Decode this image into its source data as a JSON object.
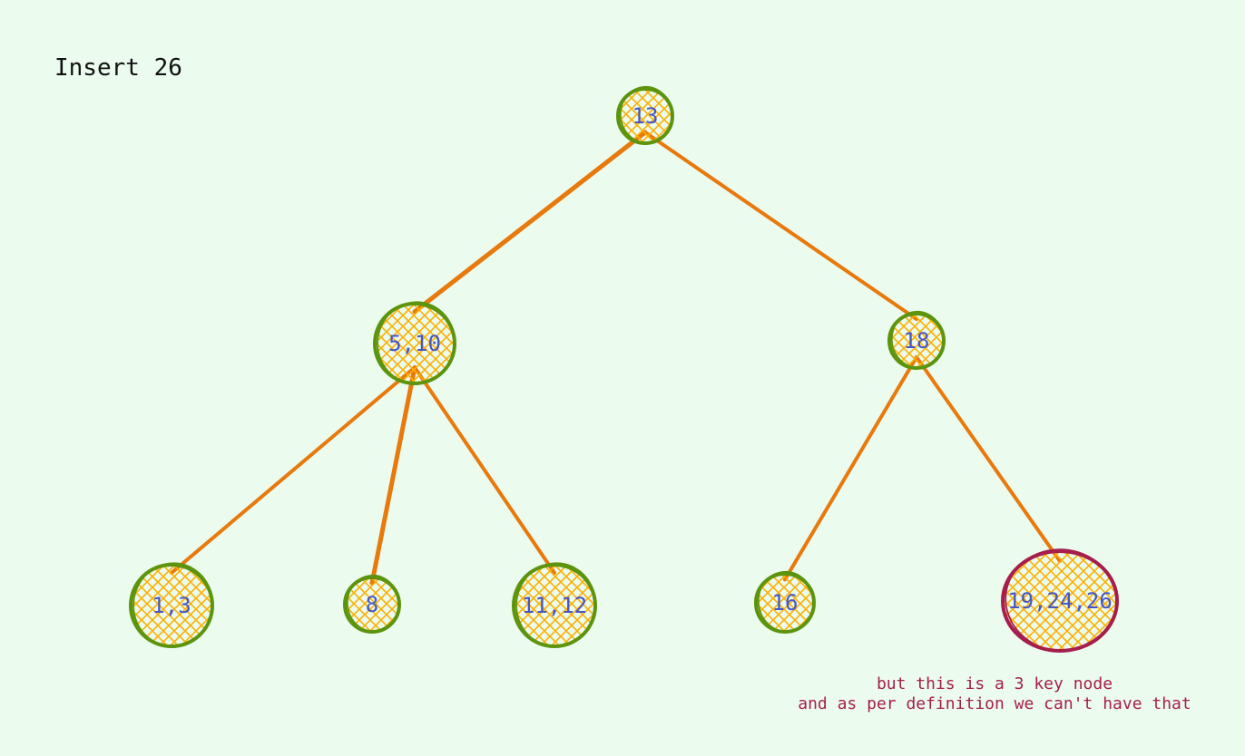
{
  "diagram": {
    "title": "Insert 26",
    "nodes": [
      {
        "id": "root",
        "label": "13",
        "status": "normal"
      },
      {
        "id": "left",
        "label": "5,10",
        "status": "normal"
      },
      {
        "id": "right",
        "label": "18",
        "status": "normal"
      },
      {
        "id": "leaf-1",
        "label": "1,3",
        "status": "normal"
      },
      {
        "id": "leaf-2",
        "label": "8",
        "status": "normal"
      },
      {
        "id": "leaf-3",
        "label": "11,12",
        "status": "normal"
      },
      {
        "id": "leaf-4",
        "label": "16",
        "status": "normal"
      },
      {
        "id": "leaf-5",
        "label": "19,24,26",
        "status": "overflow"
      }
    ],
    "edges": [
      {
        "from": "root",
        "to": "left"
      },
      {
        "from": "root",
        "to": "right"
      },
      {
        "from": "left",
        "to": "leaf-1"
      },
      {
        "from": "left",
        "to": "leaf-2"
      },
      {
        "from": "left",
        "to": "leaf-3"
      },
      {
        "from": "right",
        "to": "leaf-4"
      },
      {
        "from": "right",
        "to": "leaf-5"
      }
    ],
    "note": {
      "line1": "but this is a 3 key node",
      "line2": "and as per definition we can't have that"
    },
    "colors": {
      "background": "#ebfbee",
      "edge": "#e8790c",
      "node_outline": "#5c940d",
      "overflow_outline": "#a61e4d",
      "hatch": "#fab005",
      "label": "#4456c9",
      "note": "#a61e4d"
    }
  }
}
